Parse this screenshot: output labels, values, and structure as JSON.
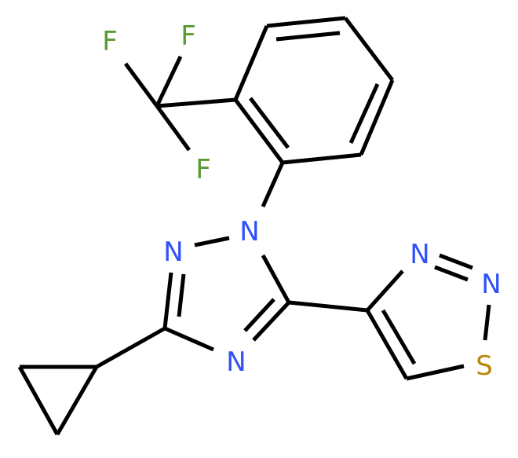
{
  "molecule": {
    "description": "3-cyclopropyl-1-[2-(trifluoromethyl)phenyl]-5-(1,2,3-thiadiazol-4-yl)-1,2,4-triazole",
    "colors": {
      "bond": "#000000",
      "nitrogen": "#3050F8",
      "fluorine": "#5B9A32",
      "sulfur": "#B8860B"
    },
    "atom_labels": {
      "f1": "F",
      "f2": "F",
      "f3": "F",
      "n_triazole_1": "N",
      "n_triazole_2": "N",
      "n_triazole_4": "N",
      "n_thiadiazole_3": "N",
      "n_thiadiazole_2": "N",
      "s_thiadiazole": "S"
    }
  }
}
